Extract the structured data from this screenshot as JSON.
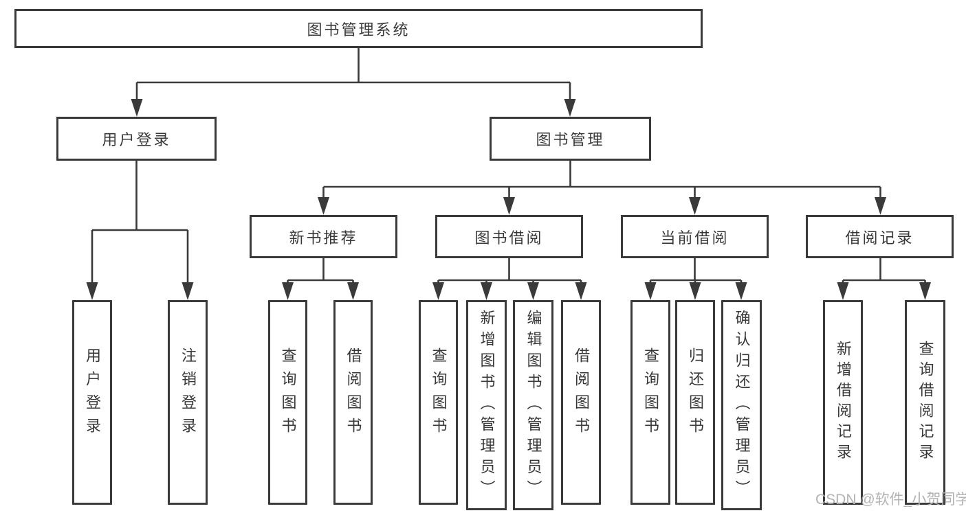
{
  "tree": {
    "root": {
      "label": "图书管理系统"
    },
    "branches": [
      {
        "label": "用户登录",
        "leaves": [
          "用户登录",
          "注销登录"
        ]
      },
      {
        "label": "图书管理",
        "children": [
          {
            "label": "新书推荐",
            "leaves": [
              "查询图书",
              "借阅图书"
            ]
          },
          {
            "label": "图书借阅",
            "leaves": [
              "查询图书",
              "新增图书（管理员）",
              "编辑图书（管理员）",
              "借阅图书"
            ]
          },
          {
            "label": "当前借阅",
            "leaves": [
              "查询图书",
              "归还图书",
              "确认归还（管理员）"
            ]
          },
          {
            "label": "借阅记录",
            "leaves": [
              "新增借阅记录",
              "查询借阅记录"
            ]
          }
        ]
      }
    ]
  },
  "watermark": {
    "text": "CSDN @软件_小贺同学"
  },
  "colors": {
    "line": "#3a3a3a",
    "text": "#383838",
    "background": "#ffffff",
    "watermark_text": "#b2b2b2"
  }
}
